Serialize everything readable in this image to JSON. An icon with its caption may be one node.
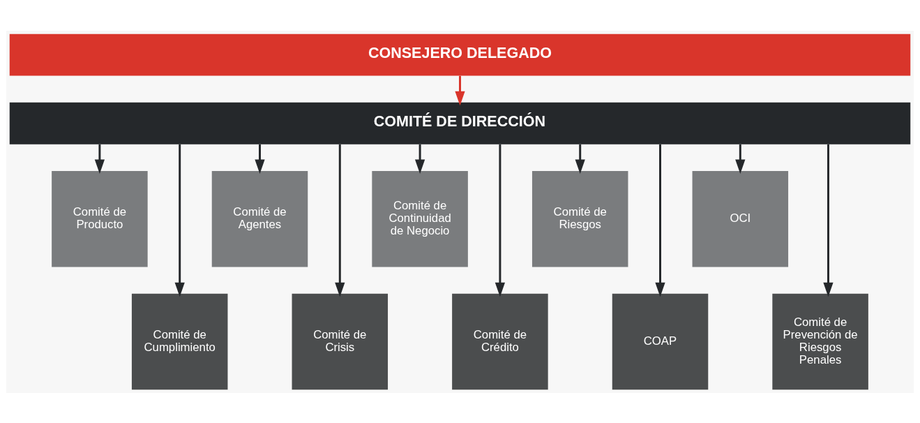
{
  "diagram": {
    "nodes": [
      {
        "text": [
          "CONSEJERO DELEGADO"
        ]
      },
      {
        "text": [
          "COMITÉ DE DIRECCIÓN"
        ]
      },
      {
        "text": [
          "Comité de Producto"
        ]
      },
      {
        "text": [
          "Comité de Cumplimiento"
        ]
      },
      {
        "text": [
          "Comité de Agentes"
        ]
      },
      {
        "text": [
          "Comité de Crisis"
        ]
      },
      {
        "text": [
          "Comité de Continuidad de Negocio"
        ]
      },
      {
        "text": [
          "Comité de Crédito"
        ]
      },
      {
        "text": [
          "Comité de Riesgos"
        ]
      },
      {
        "text": [
          "COAP"
        ]
      },
      {
        "text": [
          "OCI"
        ]
      },
      {
        "text": [
          "Comité de Prevención de Riesgos Penales"
        ]
      }
    ],
    "edges": [
      {
        "from": 0,
        "to": 1,
        "arrow": "to",
        "color": "#d9352b"
      },
      {
        "from": 1,
        "to": 2,
        "arrow": "to"
      },
      {
        "from": 1,
        "to": 3,
        "arrow": "to"
      },
      {
        "from": 1,
        "to": 4,
        "arrow": "to"
      },
      {
        "from": 1,
        "to": 5,
        "arrow": "to"
      },
      {
        "from": 1,
        "to": 6,
        "arrow": "to"
      },
      {
        "from": 1,
        "to": 7,
        "arrow": "to"
      },
      {
        "from": 1,
        "to": 8,
        "arrow": "to"
      },
      {
        "from": 1,
        "to": 9,
        "arrow": "to"
      },
      {
        "from": 1,
        "to": 10,
        "arrow": "to"
      },
      {
        "from": 1,
        "to": 11,
        "arrow": "to"
      }
    ]
  }
}
